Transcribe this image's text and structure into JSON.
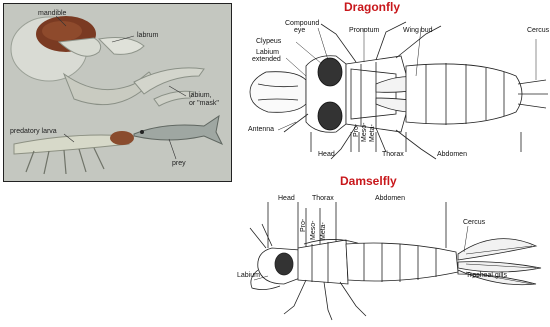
{
  "photo": {
    "labels": {
      "mandible": "mandible",
      "labrum": "labrum",
      "labium_line1": "labium,",
      "labium_line2": "or \"mask\"",
      "predatory_larva": "predatory larva",
      "prey": "prey"
    }
  },
  "dragonfly": {
    "title": "Dragonfly",
    "labels": {
      "compound_eye_1": "Compound",
      "compound_eye_2": "eye",
      "clypeus": "Clypeus",
      "labium_ext_1": "Labium",
      "labium_ext_2": "extended",
      "pronotum": "Pronotum",
      "wing_bud": "Wing bud",
      "cercus": "Cercus",
      "antenna": "Antenna",
      "head": "Head",
      "thorax": "Thorax",
      "abdomen": "Abdomen",
      "pro": "Pro-",
      "meso": "Meso-",
      "meta": "Meta-"
    }
  },
  "damselfly": {
    "title": "Damselfly",
    "labels": {
      "head": "Head",
      "thorax": "Thorax",
      "abdomen": "Abdomen",
      "pro": "Pro-",
      "meso": "Meso-",
      "meta": "Meta-",
      "cercus": "Cercus",
      "labium": "Labium",
      "tracheal_gills": "Tracheal gills"
    }
  },
  "colors": {
    "title": "#c8171b"
  }
}
